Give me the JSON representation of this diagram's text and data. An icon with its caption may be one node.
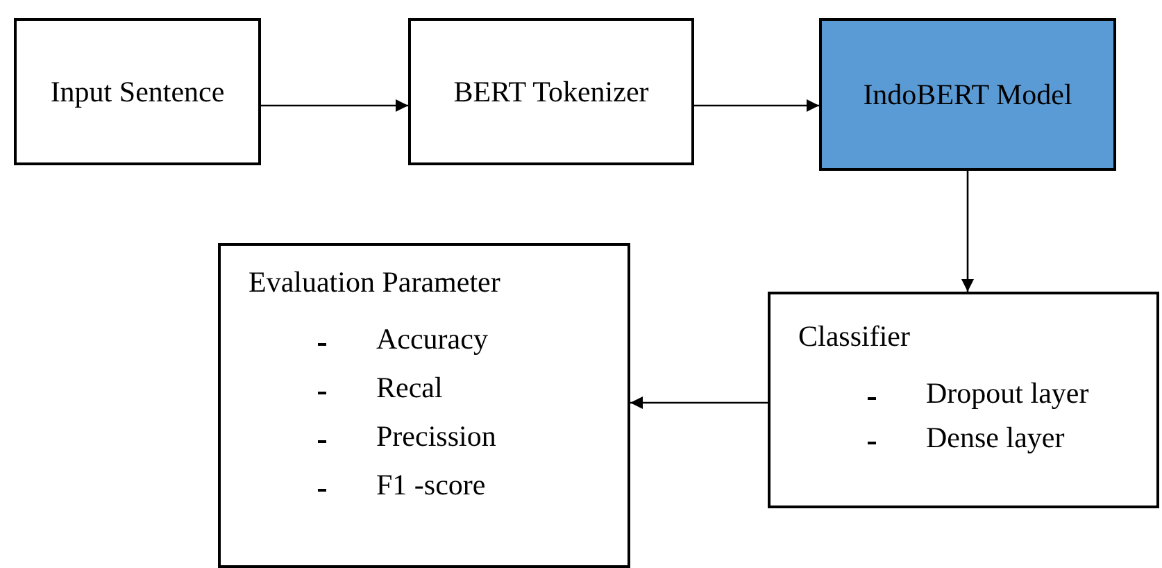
{
  "diagram": {
    "nodes": [
      {
        "text": [
          "Input Sentence"
        ]
      },
      {
        "text": [
          "BERT Tokenizer"
        ]
      },
      {
        "text": [
          "IndoBERT Model"
        ]
      },
      {
        "text": [
          "Classifier",
          "Dropout layer",
          "Dense layer"
        ]
      },
      {
        "text": [
          "Evaluation Parameter",
          "Accuracy",
          "Recal",
          "Precission",
          "F1 -score"
        ]
      }
    ],
    "edges": [
      {
        "from": 0,
        "to": 1,
        "arrow": "to"
      },
      {
        "from": 1,
        "to": 2,
        "arrow": "to"
      },
      {
        "from": 2,
        "to": 3,
        "arrow": "to"
      },
      {
        "from": 3,
        "to": 4,
        "arrow": "to"
      }
    ]
  }
}
